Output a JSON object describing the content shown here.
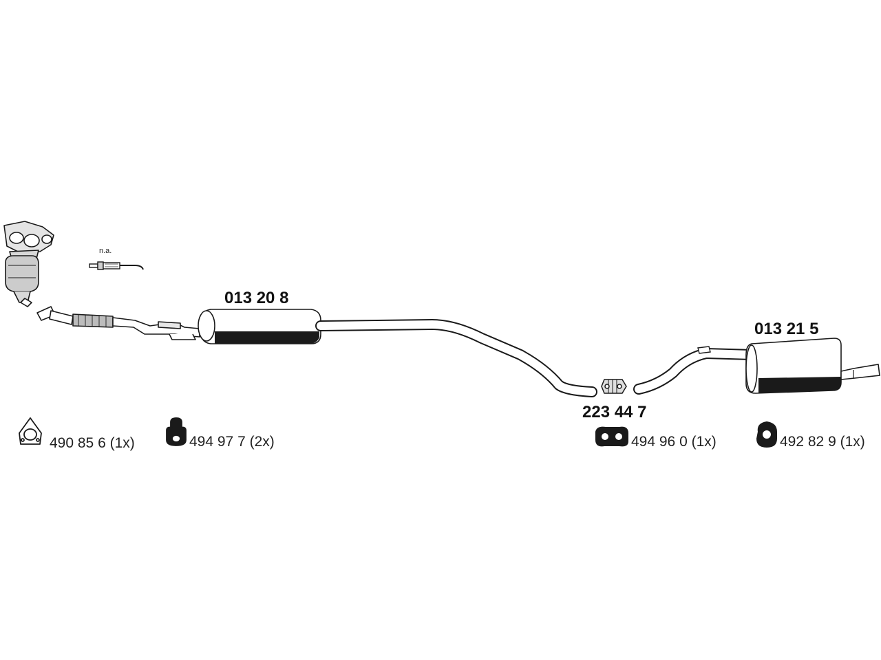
{
  "parts": {
    "front_pipe_catalyst": {
      "note": "n.a."
    },
    "middle_silencer": {
      "number": "013 20 8"
    },
    "clamp": {
      "number": "223 44 7"
    },
    "rear_silencer": {
      "number": "013 21 5"
    }
  },
  "hardware": [
    {
      "icon": "gasket-icon",
      "text": "490 85 6 (1x)"
    },
    {
      "icon": "rubber-hanger-icon",
      "text": "494 97 7 (2x)"
    },
    {
      "icon": "rubber-strap-icon",
      "text": "494 96 0 (1x)"
    },
    {
      "icon": "rubber-ring-icon",
      "text": "492 82 9 (1x)"
    }
  ],
  "colors": {
    "line": "#1a1a1a",
    "fill": "#ffffff",
    "shade": "#cfcfcf"
  }
}
